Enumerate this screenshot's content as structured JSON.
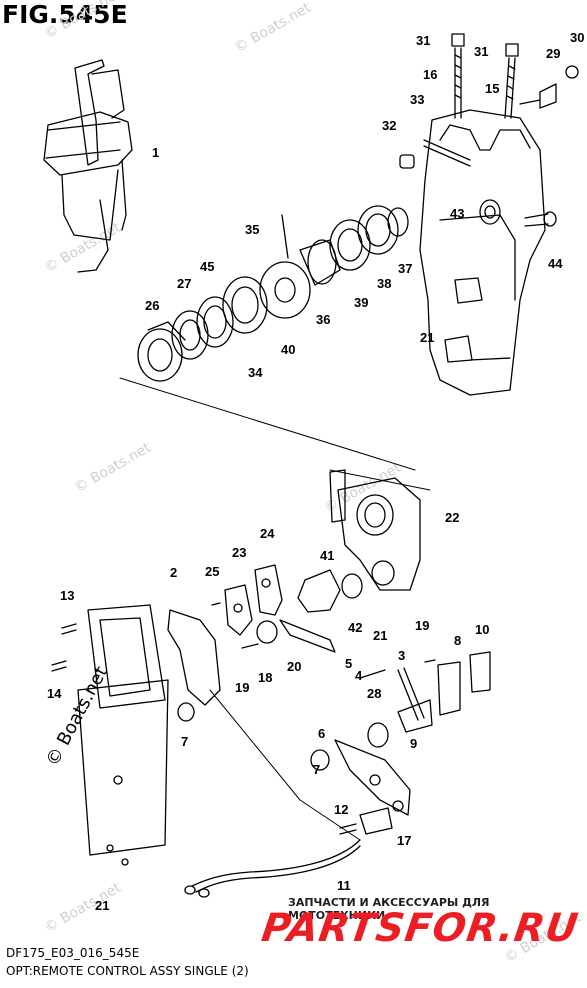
{
  "figure": {
    "title": "FIG.545E",
    "caption_model": "DF175_E03_016_545E",
    "caption_desc": "OPT:REMOTE CONTROL ASSY SINGLE (2)"
  },
  "watermarks": {
    "site": "© Boats.net",
    "ad_text": "ЗАПЧАСТИ И АКСЕССУАРЫ ДЛЯ МОТОТЕХНИКИ",
    "ad_brand": "PARTSFOR.RU"
  },
  "parts": [
    {
      "num": "1"
    },
    {
      "num": "2"
    },
    {
      "num": "3"
    },
    {
      "num": "4"
    },
    {
      "num": "5"
    },
    {
      "num": "6"
    },
    {
      "num": "7"
    },
    {
      "num": "7"
    },
    {
      "num": "8"
    },
    {
      "num": "9"
    },
    {
      "num": "10"
    },
    {
      "num": "11"
    },
    {
      "num": "12"
    },
    {
      "num": "13"
    },
    {
      "num": "14"
    },
    {
      "num": "15"
    },
    {
      "num": "16"
    },
    {
      "num": "17"
    },
    {
      "num": "18"
    },
    {
      "num": "19"
    },
    {
      "num": "19"
    },
    {
      "num": "20"
    },
    {
      "num": "21"
    },
    {
      "num": "21"
    },
    {
      "num": "21"
    },
    {
      "num": "22"
    },
    {
      "num": "23"
    },
    {
      "num": "24"
    },
    {
      "num": "25"
    },
    {
      "num": "26"
    },
    {
      "num": "27"
    },
    {
      "num": "28"
    },
    {
      "num": "29"
    },
    {
      "num": "30"
    },
    {
      "num": "31"
    },
    {
      "num": "31"
    },
    {
      "num": "32"
    },
    {
      "num": "33"
    },
    {
      "num": "34"
    },
    {
      "num": "35"
    },
    {
      "num": "36"
    },
    {
      "num": "37"
    },
    {
      "num": "38"
    },
    {
      "num": "39"
    },
    {
      "num": "40"
    },
    {
      "num": "41"
    },
    {
      "num": "42"
    },
    {
      "num": "43"
    },
    {
      "num": "44"
    },
    {
      "num": "45"
    }
  ],
  "colors": {
    "ink": "#000000",
    "ad_red": "#ec1e24",
    "watermark": "#cfcfcf"
  }
}
